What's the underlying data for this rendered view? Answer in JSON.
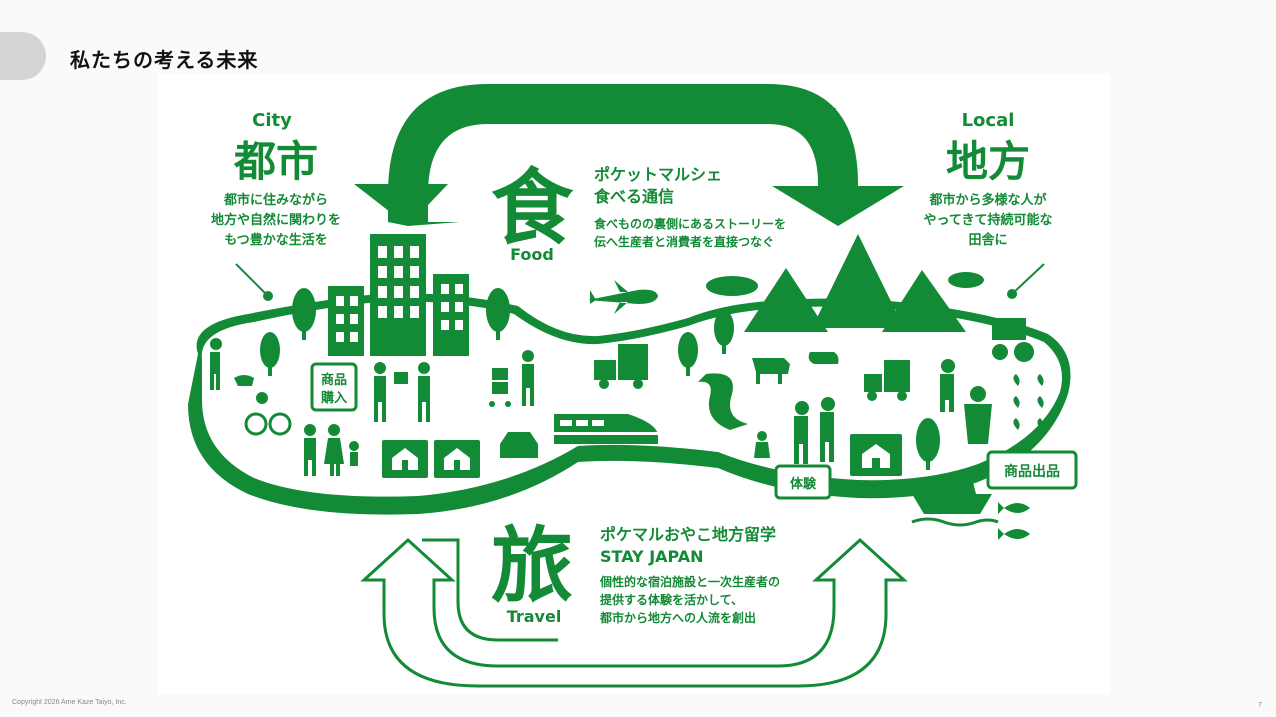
{
  "page": {
    "title": "私たちの考える未来",
    "copyright": "Copyright 2026 Ame Kaze Taiyo, Inc.",
    "page_number": "7"
  },
  "city": {
    "label_en": "City",
    "label_ja": "都市",
    "desc": [
      "都市に住みながら",
      "地方や自然に関わりを",
      "もつ豊かな生活を"
    ]
  },
  "local": {
    "label_en": "Local",
    "label_ja": "地方",
    "desc": [
      "都市から多様な人が",
      "やってきて持続可能な",
      "田舎に"
    ]
  },
  "food": {
    "kanji": "食",
    "label_en": "Food",
    "service": [
      "ポケットマルシェ",
      "食べる通信"
    ],
    "desc": [
      "食べものの裏側にあるストーリーを",
      "伝へ生産者と消費者を直接つなぐ"
    ]
  },
  "travel": {
    "kanji": "旅",
    "label_en": "Travel",
    "service": [
      "ポケマルおやこ地方留学",
      "STAY JAPAN"
    ],
    "desc": [
      "個性的な宿泊施設と一次生産者の",
      "提供する体験を活かして、",
      "都市から地方への人流を創出"
    ]
  },
  "badges": {
    "purchase": [
      "商品",
      "購入"
    ],
    "experience": "体験",
    "listing": "商品出品"
  },
  "colors": {
    "brand_green": "#138a36",
    "tab_gray": "#d4d4d4"
  }
}
